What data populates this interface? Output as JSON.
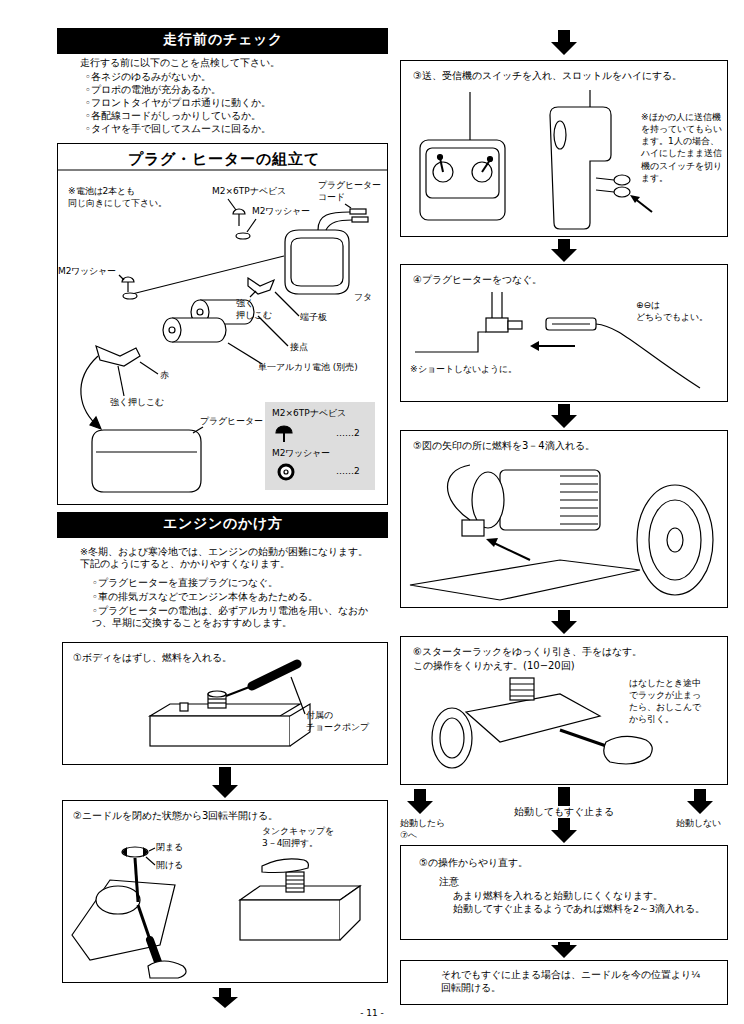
{
  "diagram": {
    "nodes": [
      {
        "text": [
          "走行前のチェック"
        ]
      },
      {
        "text": [
          "プラグ・ヒーターの組立て"
        ]
      },
      {
        "text": [
          "エンジンのかけ方"
        ]
      },
      {
        "text": [
          "①ボディをはずし、燃料を入れる。"
        ]
      },
      {
        "text": [
          "②ニードルを閉めた状態から3回転半開ける。"
        ]
      },
      {
        "text": [
          "③送、受信機のスイッチを入れ、スロットルをハイにする。",
          "※ほかの人に送信機を持っていてもらいます。1人の場合、ハイにしたまま送信機のスイッチを切ります。"
        ]
      },
      {
        "text": [
          "④プラグヒーターをつなぐ。"
        ]
      },
      {
        "text": [
          "⑤図の矢印の所に燃料を3－4滴入れる。"
        ]
      },
      {
        "text": [
          "⑥スターターラックをゆっくり引き、手をはなす。 この操作をくりかえす。(10−20回)",
          "はなしたとき途中でラックが止まったら、おしこんでから引く。"
        ]
      },
      {
        "text": [
          "⑤の操作からやり直す。",
          "注意",
          "あまり燃料を入れると始動しにくくなります。 始動してすぐ止まるようであれば燃料を2～3滴入れる。"
        ]
      },
      {
        "text": [
          "それでもすぐに止まる場合は、ニードルを今の位置より¼ 回転開ける。"
        ]
      }
    ],
    "edges": [
      {
        "from": 3,
        "to": 4,
        "arrow": "to"
      },
      {
        "from": 5,
        "to": 6,
        "arrow": "to"
      },
      {
        "from": 6,
        "to": 7,
        "arrow": "to"
      },
      {
        "from": 7,
        "to": 8,
        "arrow": "to"
      },
      {
        "from": 8,
        "to": 9,
        "label": "始動してもすぐ止まる",
        "arrow": "to"
      },
      {
        "from": 9,
        "to": 10,
        "arrow": "to"
      }
    ],
    "labels": [
      "走行する前に以下のことを点検して下さい。",
      "◦各ネジのゆるみがないか。",
      "◦プロポの電池が充分あるか。",
      "◦フロントタイヤがプロポ通りに動くか。",
      "◦各配線コードがしっかりしているか。",
      "◦タイヤを手で回してスムースに回るか。",
      "※電池は2本とも 同じ向きにして下さい。",
      "M2×6TPナベビス",
      "プラグヒーター コード",
      "M2ワッシャー",
      "M2ワッシャー",
      "フタ",
      "強く 押しこむ",
      "端子板",
      "接点",
      "単一アルカリ電池 (別売)",
      "赤",
      "強く押しこむ",
      "プラグヒーター",
      "M2×6TPナベビス",
      "……2",
      "M2ワッシャー",
      "……2",
      "※冬期、および寒冷地では、エンジンの始動が困難になります。 下記のようにすると、かかりやすくなります。",
      "◦プラグヒーターを直接プラグにつなぐ。",
      "◦車の排気ガスなどでエンジン本体をあたためる。",
      "◦プラグヒーターの電池は、必ずアルカリ電池を用い、なおかつ、早期に交換することをおすすめします。",
      "付属の チョークポンプ",
      "閉まる",
      "開ける",
      "タンクキャップを 3－4回押す。",
      "⊕⊖は どちらでもよい。",
      "※ショートしないように。",
      "始動したら ⑦へ",
      "始動しない",
      "- 11 -"
    ]
  }
}
